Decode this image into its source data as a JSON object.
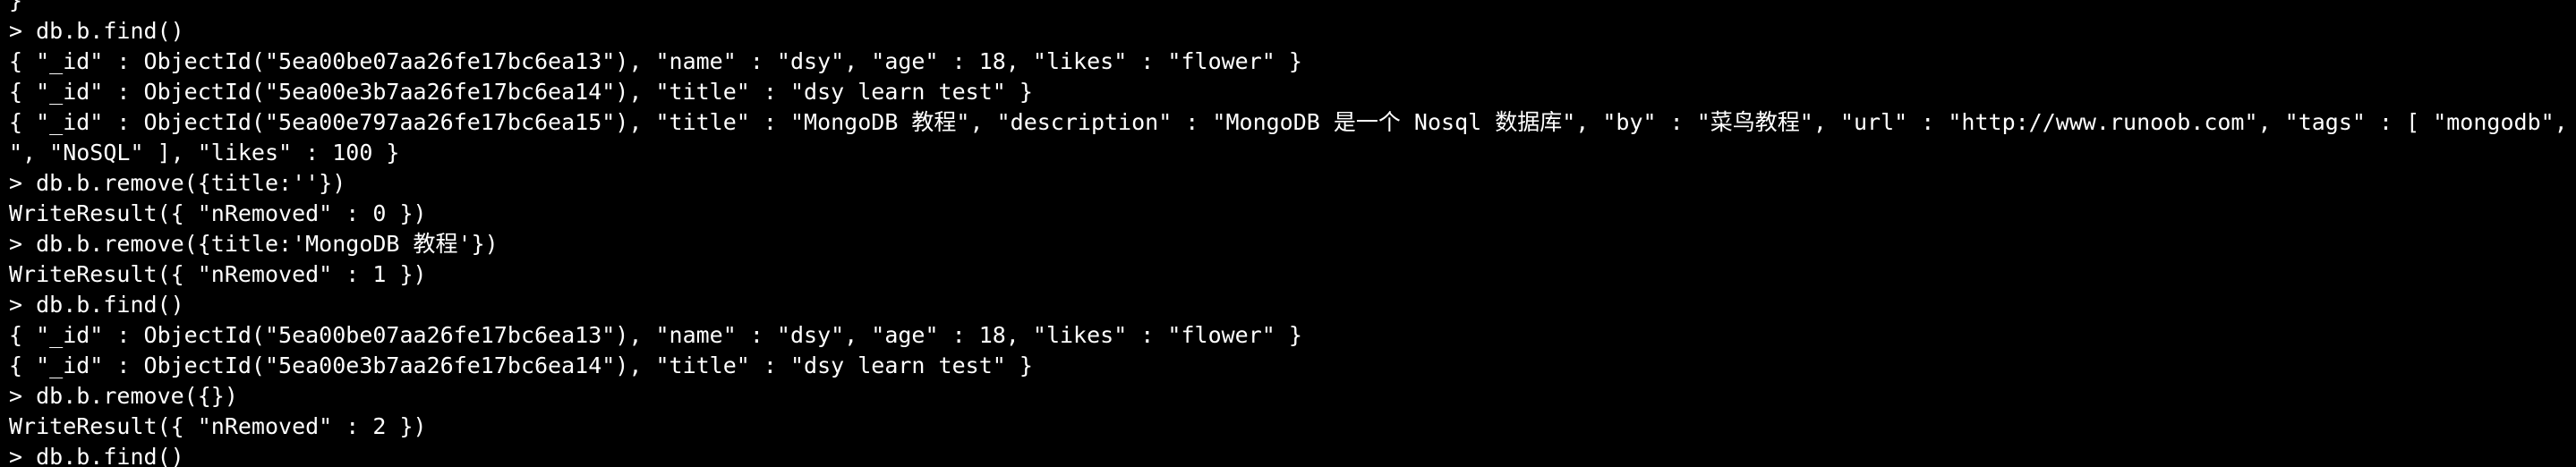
{
  "terminal": {
    "lines": [
      {
        "kind": "partial",
        "text": "}"
      },
      {
        "kind": "prompt",
        "text": "> db.b.find()"
      },
      {
        "kind": "output",
        "text": "{ \"_id\" : ObjectId(\"5ea00be07aa26fe17bc6ea13\"), \"name\" : \"dsy\", \"age\" : 18, \"likes\" : \"flower\" }"
      },
      {
        "kind": "output",
        "text": "{ \"_id\" : ObjectId(\"5ea00e3b7aa26fe17bc6ea14\"), \"title\" : \"dsy learn test\" }"
      },
      {
        "kind": "output",
        "text": "{ \"_id\" : ObjectId(\"5ea00e797aa26fe17bc6ea15\"), \"title\" : \"MongoDB 教程\", \"description\" : \"MongoDB 是一个 Nosql 数据库\", \"by\" : \"菜鸟教程\", \"url\" : \"http://www.runoob.com\", \"tags\" : [ \"mongodb\", \"database"
      },
      {
        "kind": "output",
        "text": "\", \"NoSQL\" ], \"likes\" : 100 }"
      },
      {
        "kind": "prompt",
        "text": "> db.b.remove({title:''})"
      },
      {
        "kind": "output",
        "text": "WriteResult({ \"nRemoved\" : 0 })"
      },
      {
        "kind": "prompt",
        "text": "> db.b.remove({title:'MongoDB 教程'})"
      },
      {
        "kind": "output",
        "text": "WriteResult({ \"nRemoved\" : 1 })"
      },
      {
        "kind": "prompt",
        "text": "> db.b.find()"
      },
      {
        "kind": "output",
        "text": "{ \"_id\" : ObjectId(\"5ea00be07aa26fe17bc6ea13\"), \"name\" : \"dsy\", \"age\" : 18, \"likes\" : \"flower\" }"
      },
      {
        "kind": "output",
        "text": "{ \"_id\" : ObjectId(\"5ea00e3b7aa26fe17bc6ea14\"), \"title\" : \"dsy learn test\" }"
      },
      {
        "kind": "prompt",
        "text": "> db.b.remove({})"
      },
      {
        "kind": "output",
        "text": "WriteResult({ \"nRemoved\" : 2 })"
      },
      {
        "kind": "prompt",
        "text": "> db.b.find()"
      }
    ]
  },
  "colors": {
    "background": "#000000",
    "text": "#ffffff"
  }
}
